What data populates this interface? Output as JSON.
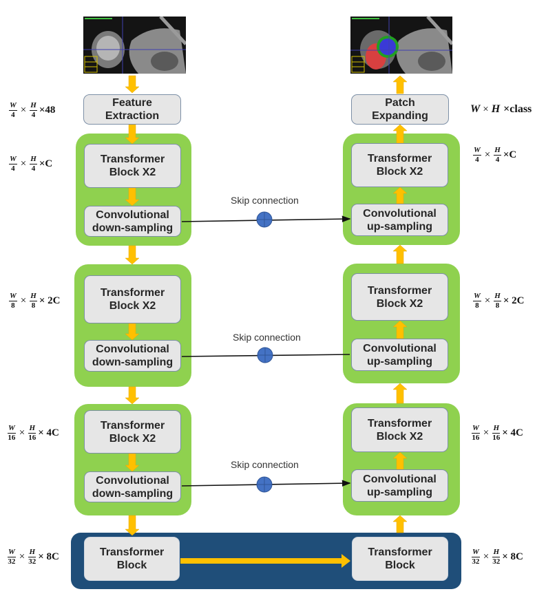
{
  "colors": {
    "stage_green": "#8fd14f",
    "bottleneck_blue": "#1f4e79",
    "box_fill": "#e6e6e6",
    "box_border": "#7c8fa6",
    "arrow_orange": "#ffc000",
    "skip_node_blue": "#4472c4",
    "seg_blue": "#3a3ad6",
    "seg_green": "#22a022",
    "seg_red": "#d84040"
  },
  "images": {
    "input": "input MRI slice",
    "output": "segmented MRI slice"
  },
  "encoder": {
    "top_box": "Feature\nExtraction",
    "stages": [
      {
        "transformer": "Transformer\nBlock  X2",
        "sampling": "Convolutional\ndown-sampling"
      },
      {
        "transformer": "Transformer\nBlock  X2",
        "sampling": "Convolutional\ndown-sampling"
      },
      {
        "transformer": "Transformer\nBlock  X2",
        "sampling": "Convolutional\ndown-sampling"
      }
    ],
    "bottleneck": "Transformer\nBlock"
  },
  "decoder": {
    "top_box": "Patch\nExpanding",
    "stages": [
      {
        "transformer": "Transformer\nBlock  X2",
        "sampling": "Convolutional\nup-sampling"
      },
      {
        "transformer": "Transformer\nBlock  X2",
        "sampling": "Convolutional\nup-sampling"
      },
      {
        "transformer": "Transformer\nBlock  X2",
        "sampling": "Convolutional\nup-sampling"
      }
    ],
    "bottleneck": "Transformer\nBlock"
  },
  "skip_label": "Skip connection",
  "dims_left": [
    {
      "w": "W",
      "h": "H",
      "den": "4",
      "tail": "×48"
    },
    {
      "w": "W",
      "h": "H",
      "den": "4",
      "tail": "×C"
    },
    {
      "w": "W",
      "h": "H",
      "den": "8",
      "tail": "× 2C"
    },
    {
      "w": "W",
      "h": "H",
      "den": "16",
      "tail": "× 4C"
    },
    {
      "w": "W",
      "h": "H",
      "den": "32",
      "tail": "× 8C"
    }
  ],
  "dims_right": [
    {
      "text_w": "W",
      "text_h": "H",
      "tail": "×class"
    },
    {
      "w": "W",
      "h": "H",
      "den": "4",
      "tail": "×C"
    },
    {
      "w": "W",
      "h": "H",
      "den": "8",
      "tail": "× 2C"
    },
    {
      "w": "W",
      "h": "H",
      "den": "16",
      "tail": "× 4C"
    },
    {
      "w": "W",
      "h": "H",
      "den": "32",
      "tail": "× 8C"
    }
  ],
  "times": "×"
}
